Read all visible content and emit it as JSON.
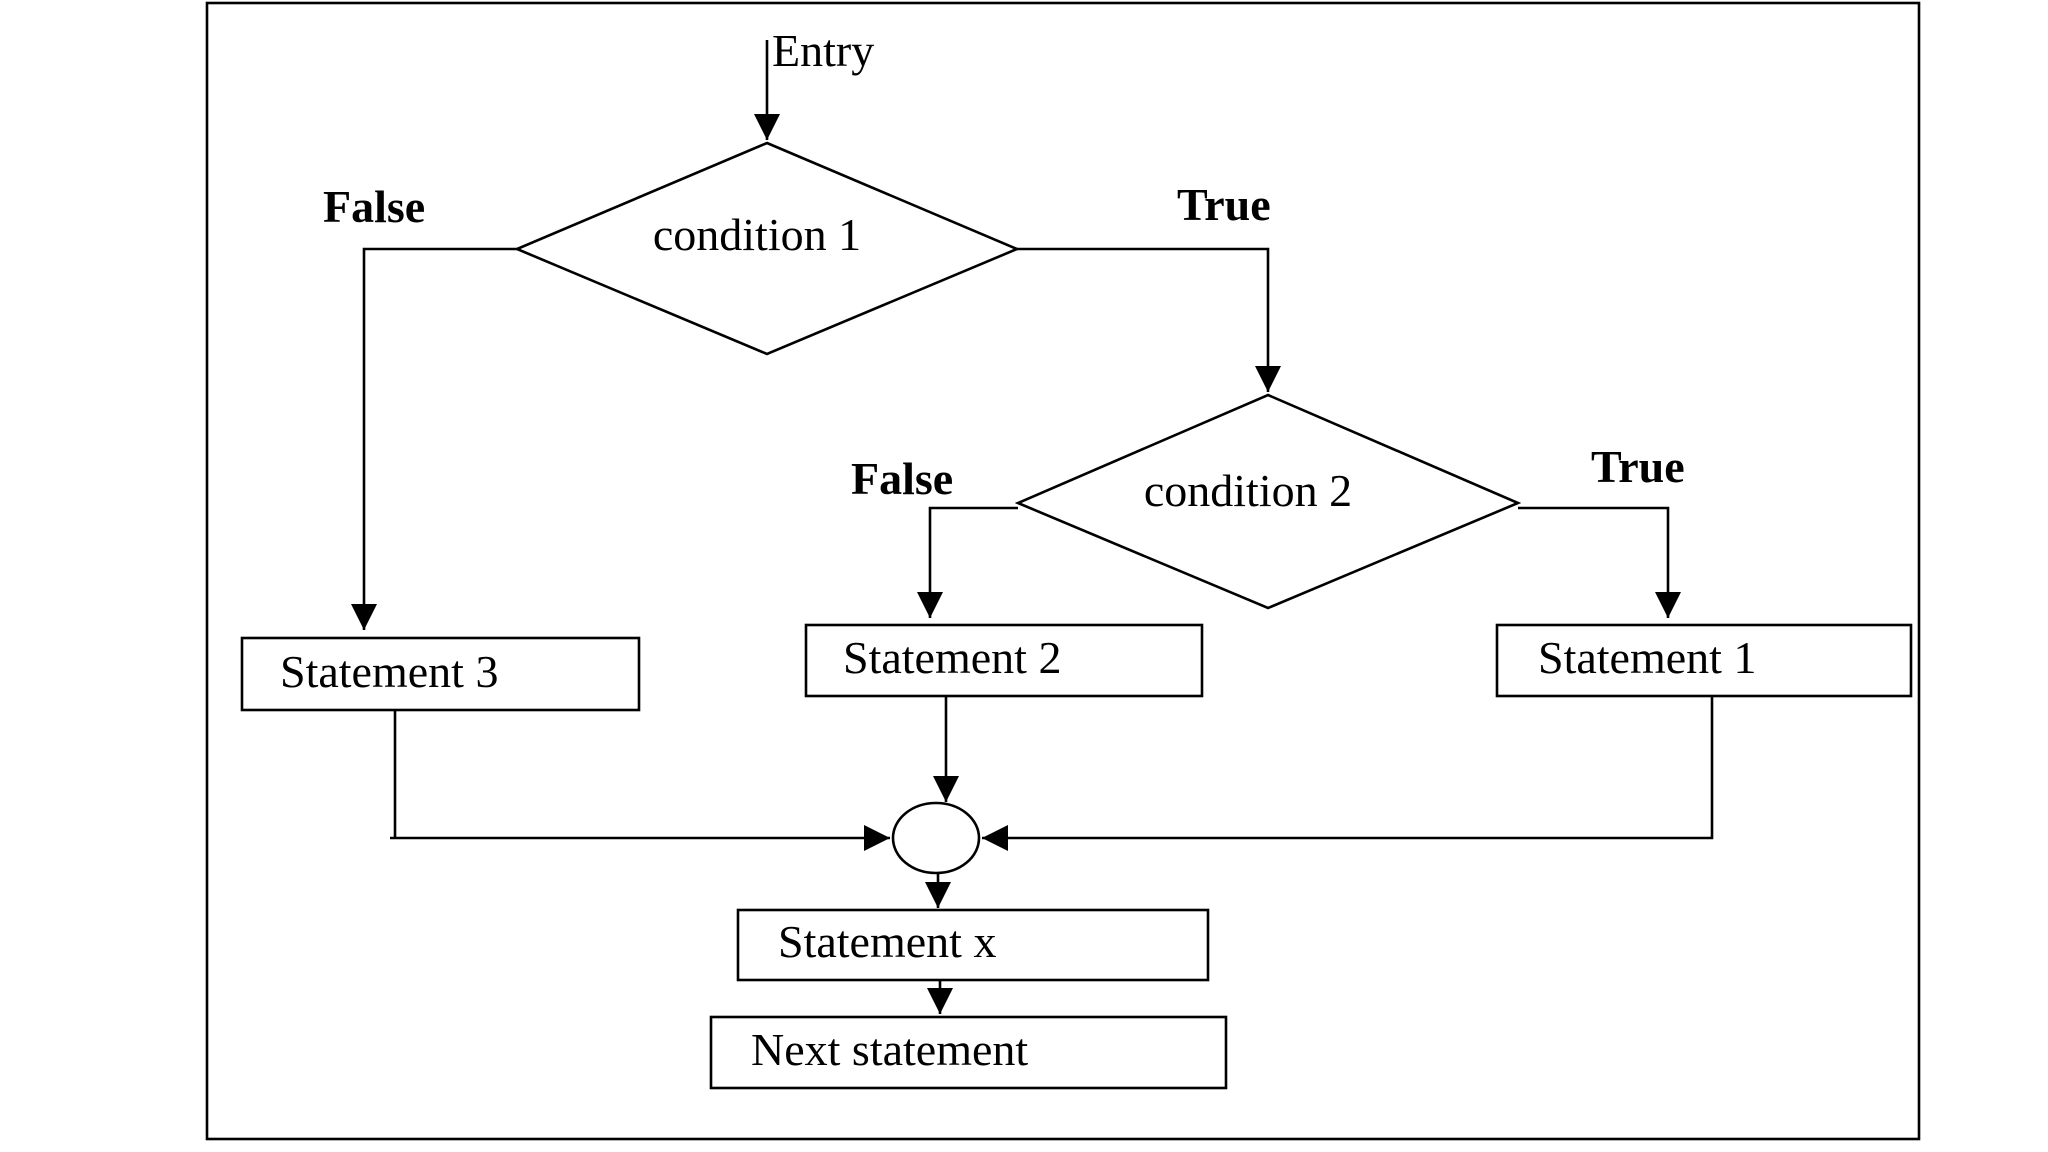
{
  "diagram": {
    "entry_label": "Entry",
    "condition_1": "condition 1",
    "condition_2": "condition 2",
    "cond1_false_label": "False",
    "cond1_true_label": "True",
    "cond2_false_label": "False",
    "cond2_true_label": "True",
    "statement_3": "Statement 3",
    "statement_2": "Statement 2",
    "statement_1": "Statement 1",
    "statement_x": "Statement x",
    "next_statement": "Next statement",
    "stroke_color": "#000000",
    "background_color": "#ffffff"
  }
}
